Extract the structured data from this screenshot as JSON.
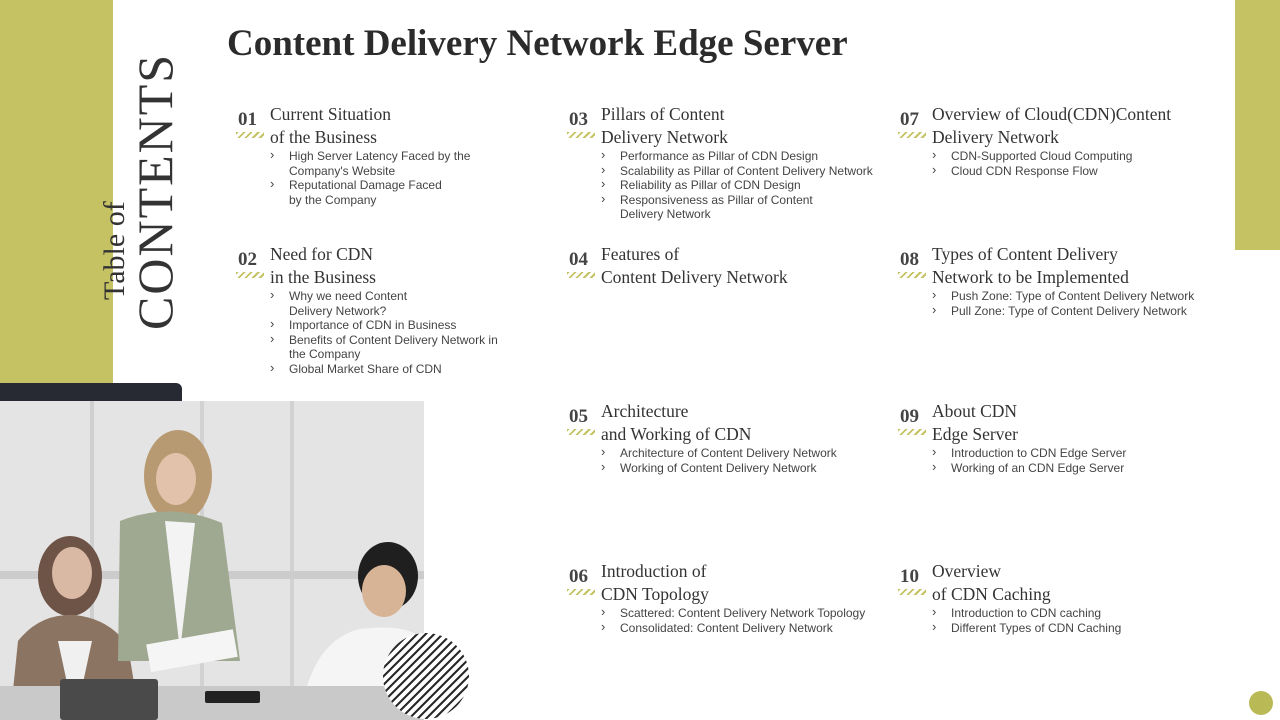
{
  "title": "Content Delivery Network Edge Server",
  "side_label": {
    "small": "Table of",
    "big": "CONTENTS"
  },
  "items": [
    {
      "num": "01",
      "heading": [
        "Current Situation",
        "of the Business"
      ],
      "subs": [
        [
          "High Server Latency Faced by the",
          "Company's Website"
        ],
        [
          "Reputational Damage Faced",
          "by the Company"
        ]
      ]
    },
    {
      "num": "02",
      "heading": [
        "Need for CDN",
        "in the Business"
      ],
      "subs": [
        [
          "Why we need Content",
          "Delivery Network?"
        ],
        [
          "Importance of CDN in Business"
        ],
        [
          "Benefits of Content Delivery Network in",
          "the Company"
        ],
        [
          "Global Market Share of CDN"
        ]
      ]
    },
    {
      "num": "03",
      "heading": [
        "Pillars of Content",
        "Delivery Network"
      ],
      "subs": [
        [
          "Performance as Pillar of CDN Design"
        ],
        [
          "Scalability as Pillar of Content Delivery Network"
        ],
        [
          "Reliability as Pillar of CDN Design"
        ],
        [
          "Responsiveness as Pillar of Content",
          "Delivery Network"
        ]
      ]
    },
    {
      "num": "04",
      "heading": [
        "Features of",
        "Content Delivery Network"
      ],
      "subs": []
    },
    {
      "num": "05",
      "heading": [
        "Architecture",
        "and Working of CDN"
      ],
      "subs": [
        [
          "Architecture of Content Delivery Network"
        ],
        [
          "Working of Content Delivery Network"
        ]
      ]
    },
    {
      "num": "06",
      "heading": [
        "Introduction of",
        "CDN Topology"
      ],
      "subs": [
        [
          "Scattered: Content Delivery Network Topology"
        ],
        [
          "Consolidated: Content Delivery Network"
        ]
      ]
    },
    {
      "num": "07",
      "heading": [
        "Overview of Cloud(CDN)Content",
        "Delivery Network"
      ],
      "subs": [
        [
          "CDN-Supported Cloud Computing"
        ],
        [
          "Cloud CDN Response Flow"
        ]
      ]
    },
    {
      "num": "08",
      "heading": [
        "Types of Content Delivery",
        "Network to be Implemented"
      ],
      "subs": [
        [
          "Push Zone: Type of Content Delivery Network"
        ],
        [
          "Pull Zone: Type of Content Delivery Network"
        ]
      ]
    },
    {
      "num": "09",
      "heading": [
        "About CDN",
        "Edge Server"
      ],
      "subs": [
        [
          "Introduction to  CDN Edge Server"
        ],
        [
          "Working of an CDN Edge Server"
        ]
      ]
    },
    {
      "num": "10",
      "heading": [
        "Overview",
        "of CDN Caching"
      ],
      "subs": [
        [
          "Introduction to CDN caching"
        ],
        [
          "Different Types of CDN Caching"
        ]
      ]
    }
  ]
}
